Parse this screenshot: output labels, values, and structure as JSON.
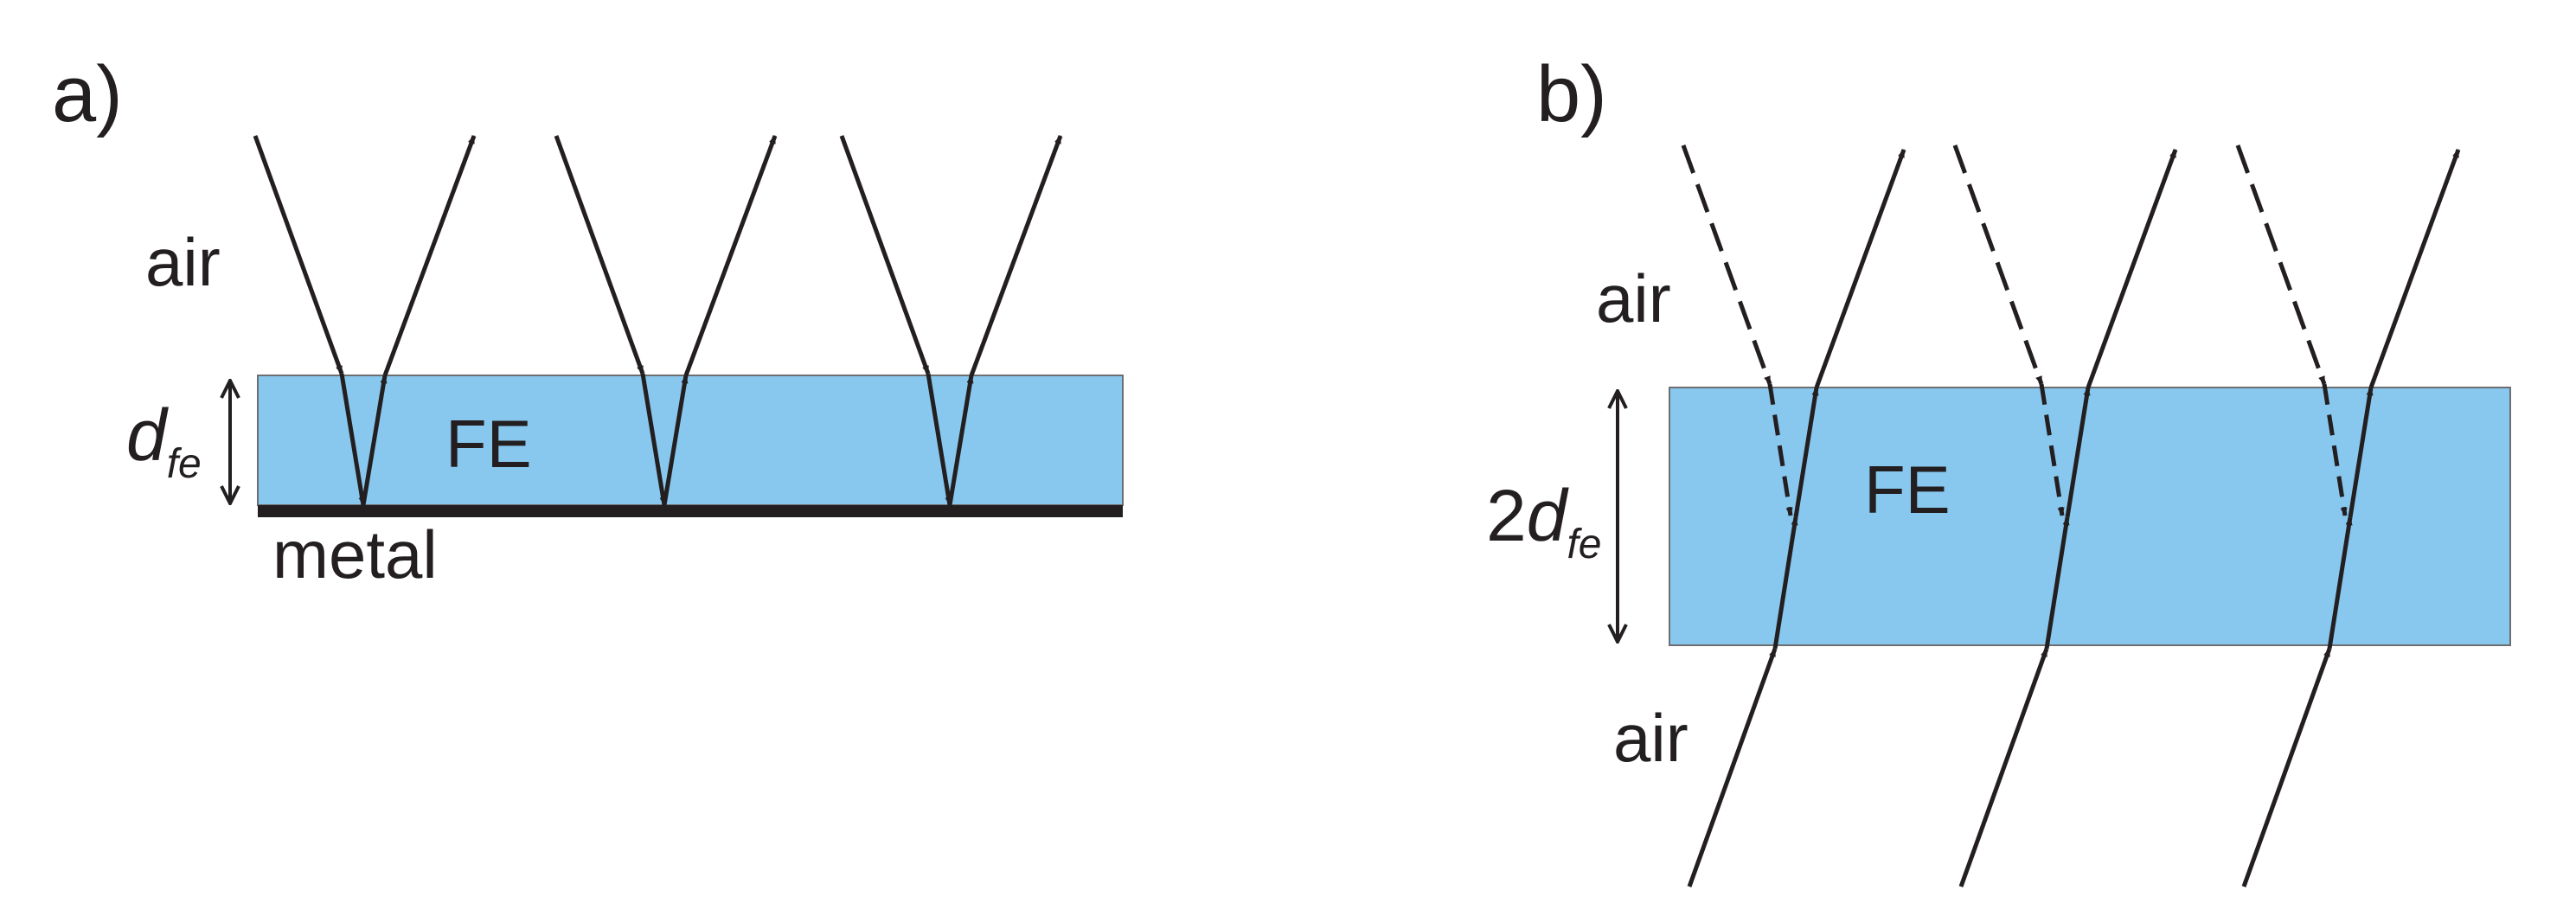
{
  "panel_a": {
    "label": "a)",
    "medium_top": "air",
    "layer": "FE",
    "substrate": "metal",
    "thickness_symbol": "d",
    "thickness_subscript": "fe",
    "layer_color": "#88c8ee",
    "metal_color": "#231f20"
  },
  "panel_b": {
    "label": "b)",
    "medium_top": "air",
    "medium_bottom": "air",
    "layer": "FE",
    "thickness_prefix": "2",
    "thickness_symbol": "d",
    "thickness_subscript": "fe",
    "layer_color": "#88c8ee"
  },
  "colors": {
    "ray": "#231f20",
    "border": "#6d6e71"
  }
}
